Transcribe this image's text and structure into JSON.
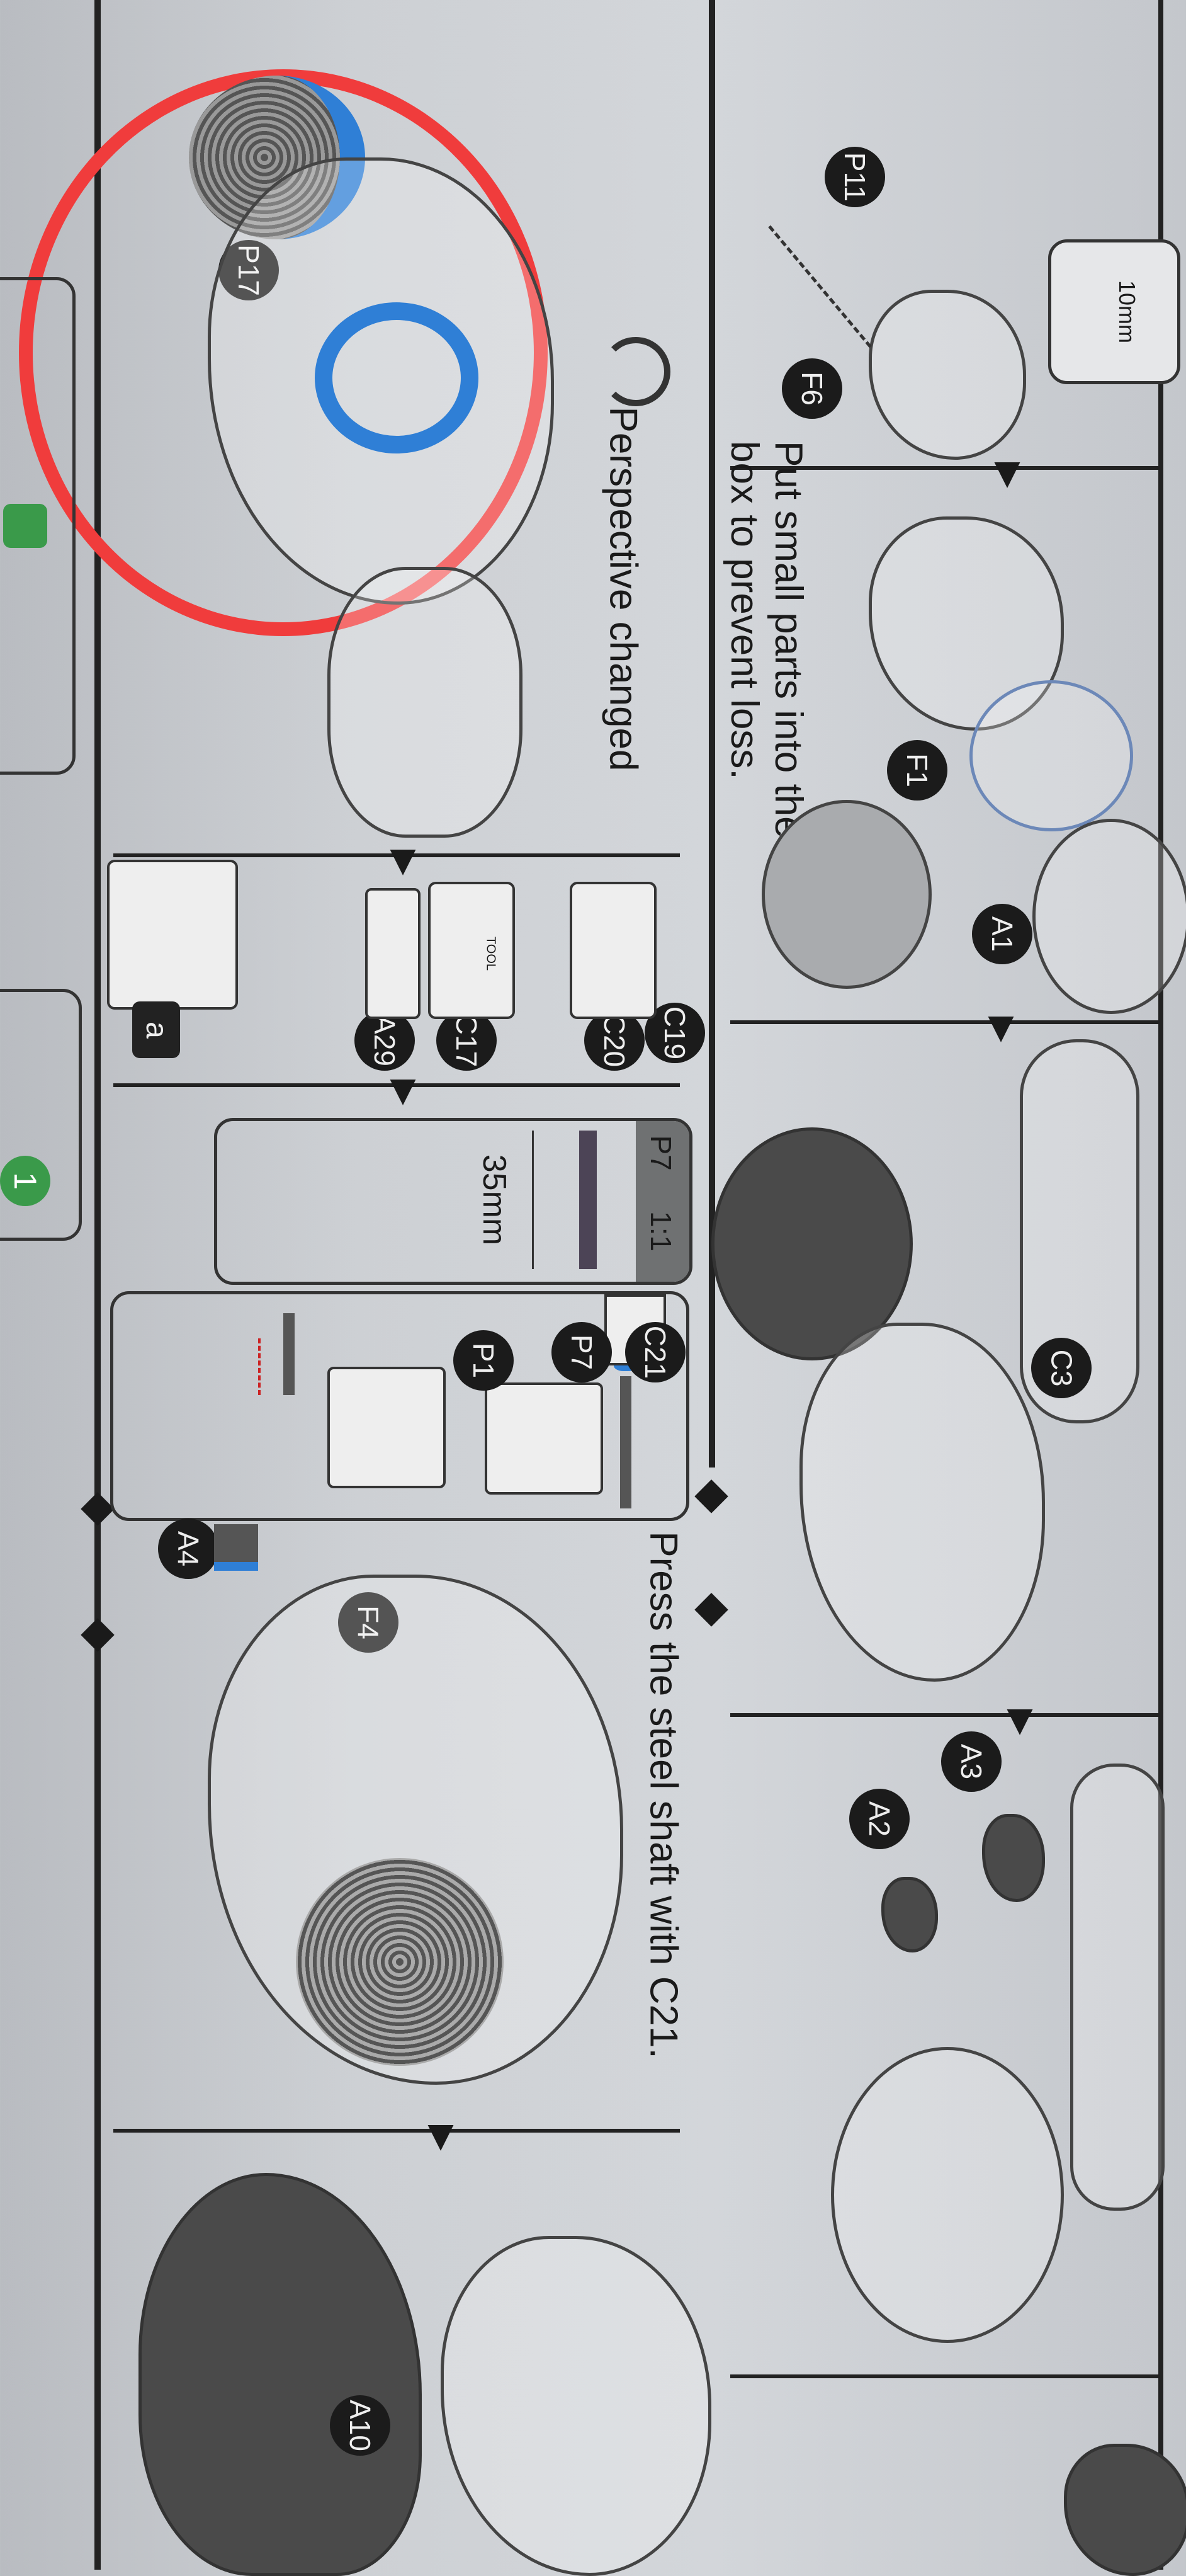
{
  "instructions": {
    "put_small_parts": "Put small parts into the box to prevent loss.",
    "perspective_changed": "Perspective changed",
    "press_shaft": "Press the steel shaft with C21."
  },
  "part_labels": {
    "p11": "P11",
    "f6": "F6",
    "f1": "F1",
    "a1": "A1",
    "c3": "C3",
    "a3": "A3",
    "a2": "A2",
    "a10": "A10",
    "p17": "P17",
    "c19": "C19",
    "c20": "C20",
    "c17": "C17",
    "a29": "A29",
    "c21": "C21",
    "p7": "P7",
    "p1": "P1",
    "a4": "A4",
    "f4": "F4"
  },
  "substep_label": "a",
  "screw_length": "10mm",
  "scale_box": {
    "part": "P7",
    "scale": "1:1",
    "length": "35mm"
  },
  "tool_label": "TOOL",
  "step_number": "1",
  "colors": {
    "highlight_circle": "#f03c3c",
    "part_blue": "#2f7fd6",
    "step_green": "#3a9a4a"
  }
}
